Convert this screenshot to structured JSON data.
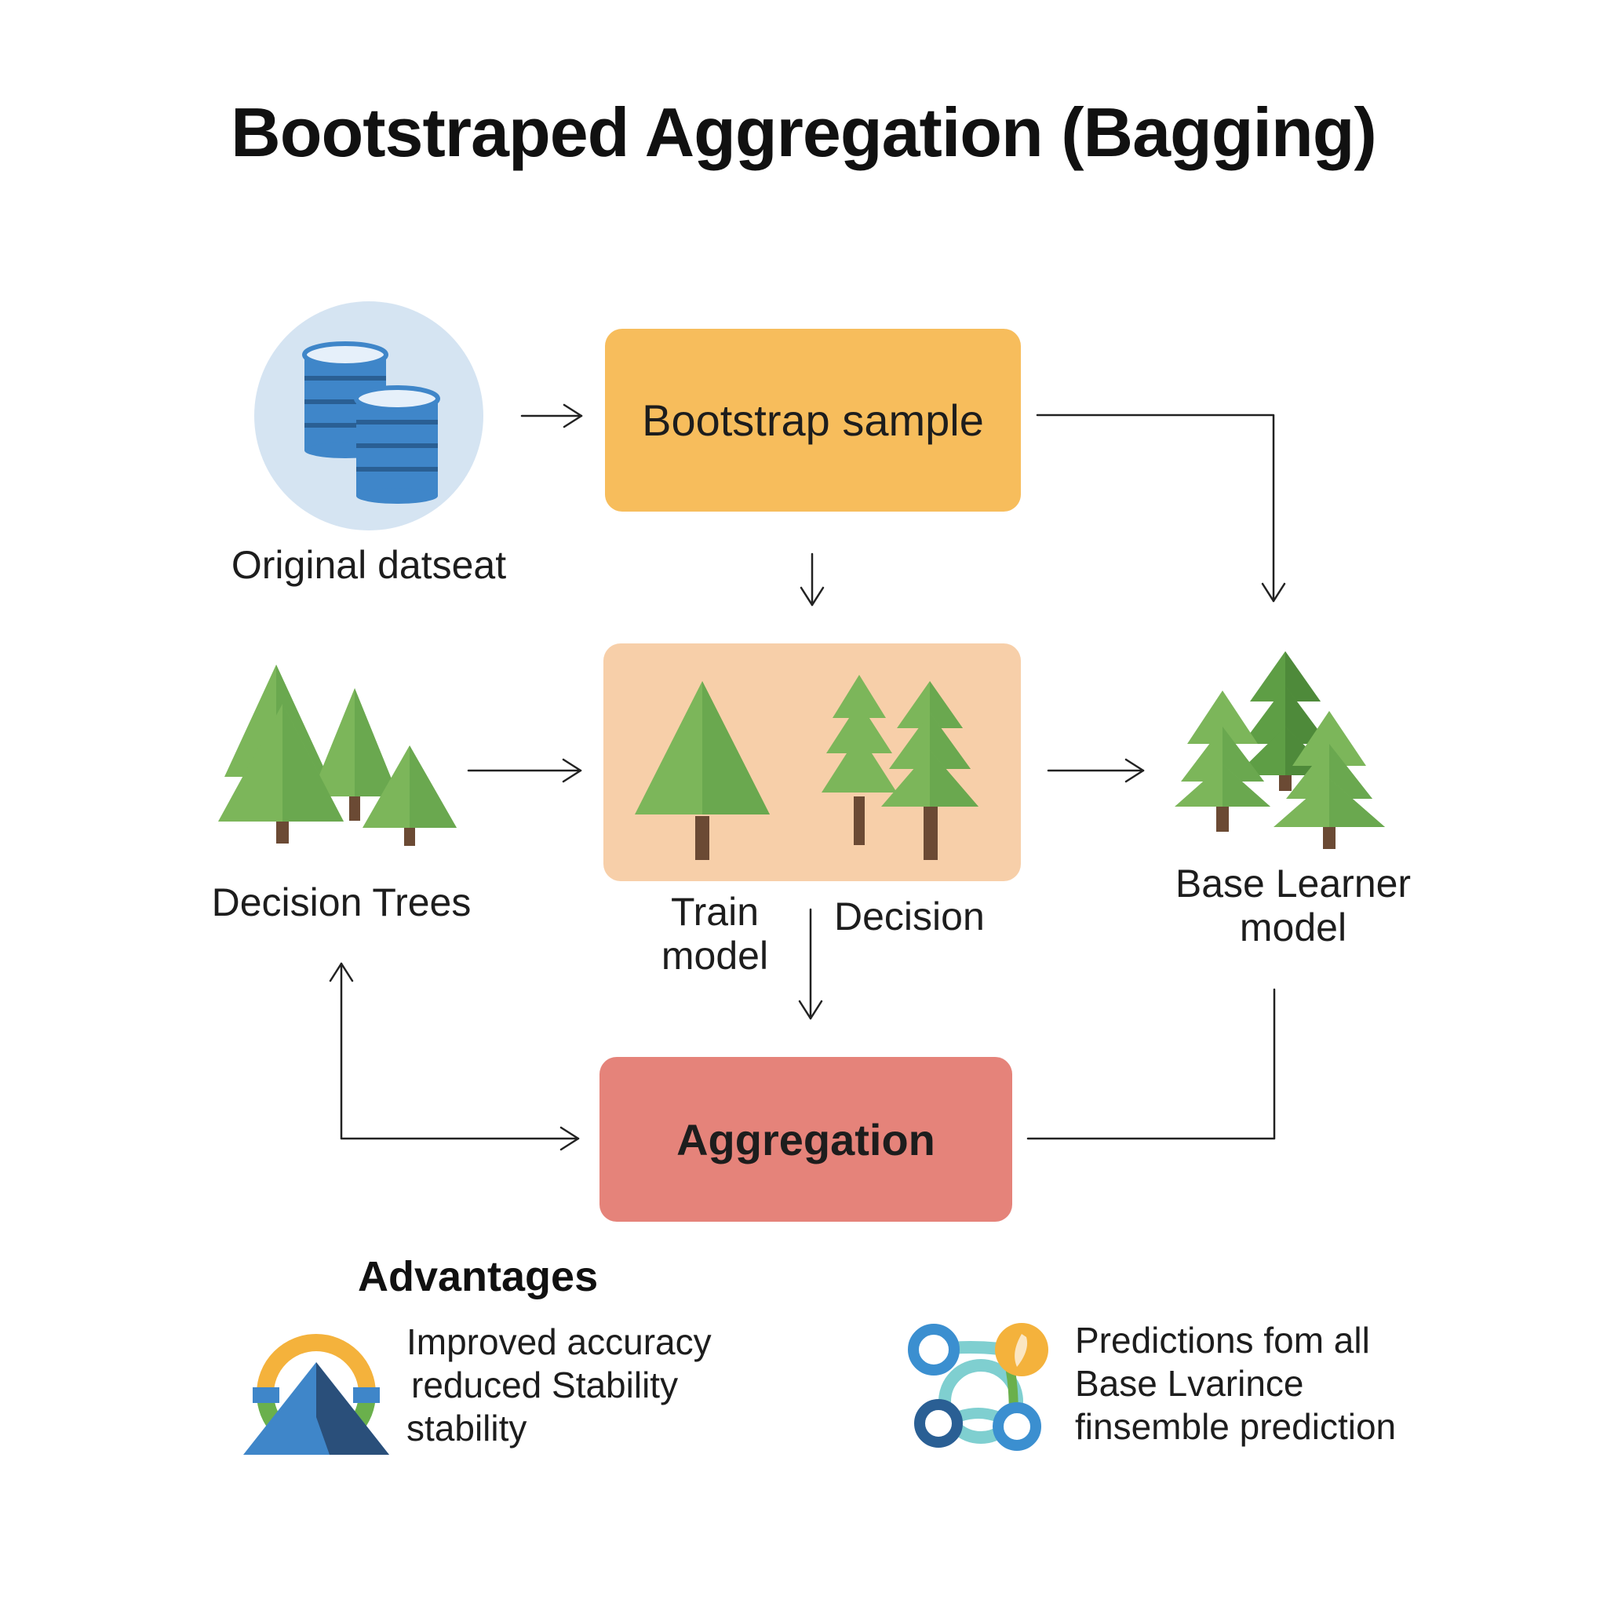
{
  "title": "Bootstraped Aggregation (Bagging)",
  "nodes": {
    "original_dataset": {
      "label": "Original datseat",
      "icon": "database-icon"
    },
    "bootstrap_sample": {
      "label": "Bootstrap sample",
      "color": "#f7bd5c"
    },
    "decision_trees": {
      "label": "Decision Trees",
      "icon": "trees-icon"
    },
    "train_model": {
      "label_line1": "Train",
      "label_line2": "model",
      "color": "#f7cfa9",
      "icon": "trees-icon"
    },
    "decision": {
      "label": "Decision"
    },
    "base_learner": {
      "label_line1": "Base Learner",
      "label_line2": "model",
      "icon": "trees-icon"
    },
    "aggregation": {
      "label": "Aggregation",
      "color": "#e5837a"
    }
  },
  "advantages": {
    "heading": "Advantages",
    "left": {
      "icon": "stability-arch-icon",
      "lines": [
        "Improved accuracy",
        "reduced Stability",
        "stability"
      ]
    },
    "right": {
      "icon": "ensemble-network-icon",
      "lines": [
        "Predictions fom all",
        "Base Lvarince",
        "finsemble prediction"
      ]
    }
  },
  "colors": {
    "tree_light": "#7cb65a",
    "tree_mid": "#6aa84f",
    "tree_dark": "#4e8a3a",
    "trunk": "#6b4a34",
    "database": "#3f86c9",
    "database_circle": "#d5e4f2"
  }
}
